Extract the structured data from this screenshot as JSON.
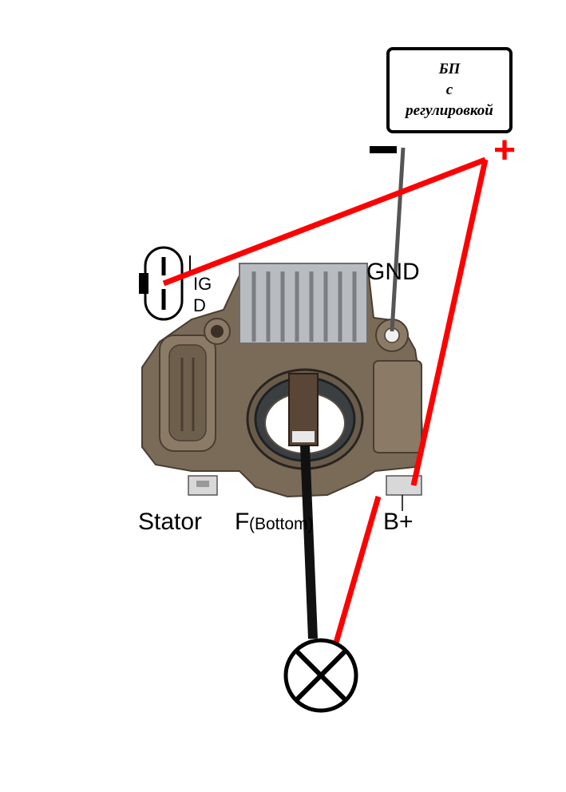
{
  "power_supply": {
    "line1": "БП",
    "line2": "с",
    "line3": "регулировкой",
    "minus": "−",
    "plus": "+"
  },
  "labels": {
    "gnd": "GND",
    "stator": "Stator",
    "f": "F",
    "f_sub": "(Bottom)",
    "b_plus": "B+",
    "pin_ig": "IG",
    "pin_d": "D"
  },
  "colors": {
    "positive_wire": "#ff0000",
    "ground_wire": "#555555",
    "field_wire": "#111111",
    "regulator_body": "#7a6a58",
    "heatsink": "#b0b4b8",
    "brush": "#5a4636"
  }
}
